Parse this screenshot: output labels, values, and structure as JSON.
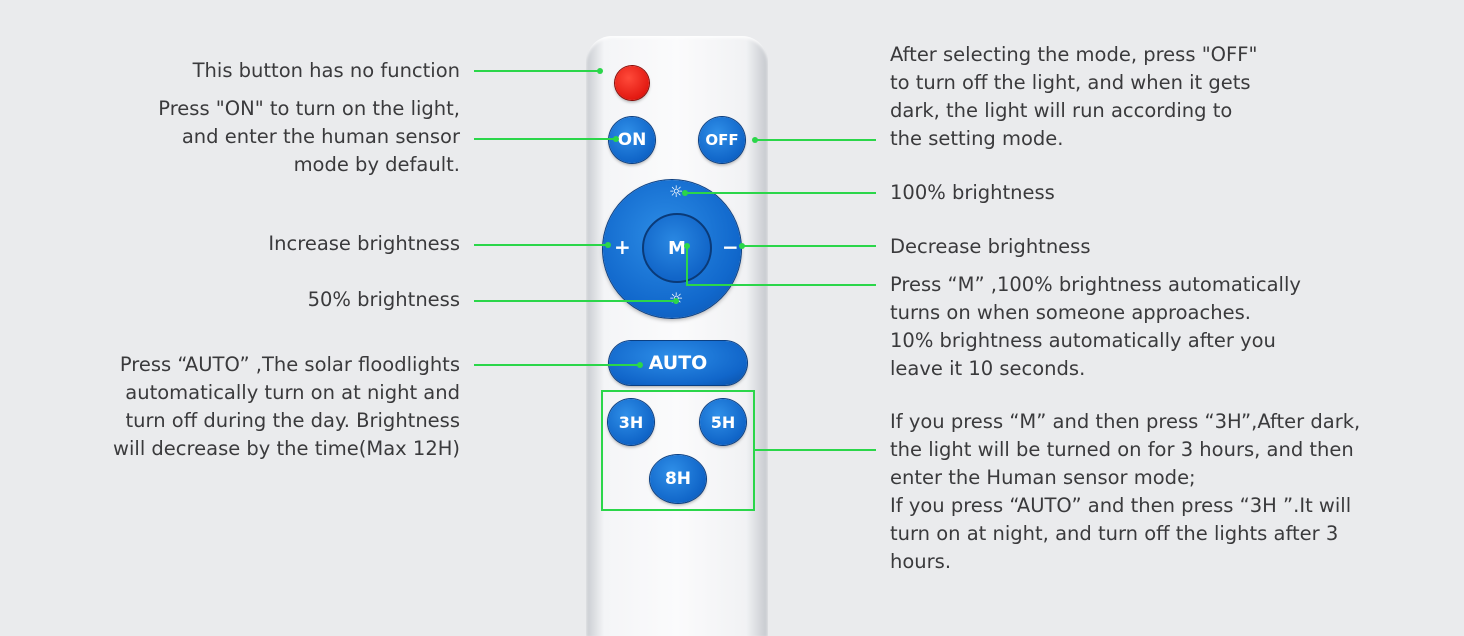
{
  "remote": {
    "on_label": "ON",
    "off_label": "OFF",
    "m_label": "M",
    "plus_label": "+",
    "minus_label": "−",
    "sun_full_glyph": "☼",
    "sun_half_glyph": "☼",
    "auto_label": "AUTO",
    "timer_3h": "3H",
    "timer_5h": "5H",
    "timer_8h": "8H",
    "colors": {
      "button_blue": "#1166ca",
      "power_red": "#e31a12",
      "leader_green": "#2bd64a"
    }
  },
  "annotations": {
    "left": {
      "no_function": "This button has no function",
      "on": "Press \"ON\" to turn on the light,\nand enter the human sensor\nmode by default.",
      "increase": "Increase brightness",
      "half": "50% brightness",
      "auto": "Press “AUTO” ,The solar floodlights\nautomatically turn on at night and\nturn off during the day. Brightness\nwill decrease by the time(Max 12H)"
    },
    "right": {
      "off": "After selecting the mode, press \"OFF\"\nto turn off the light, and when it gets\ndark, the light will run according to\nthe setting mode.",
      "full": "100% brightness",
      "decrease": "Decrease brightness",
      "m": "Press “M” ,100% brightness automatically\nturns on when someone approaches.\n10% brightness automatically after you\nleave it 10 seconds.",
      "timer": "If you press “M” and then press “3H”,After dark,\nthe light will be turned on for 3 hours, and then\nenter the Human sensor mode;\nIf you press “AUTO” and then press “3H ”.It will\nturn on at night, and turn off the lights after 3\nhours."
    }
  }
}
